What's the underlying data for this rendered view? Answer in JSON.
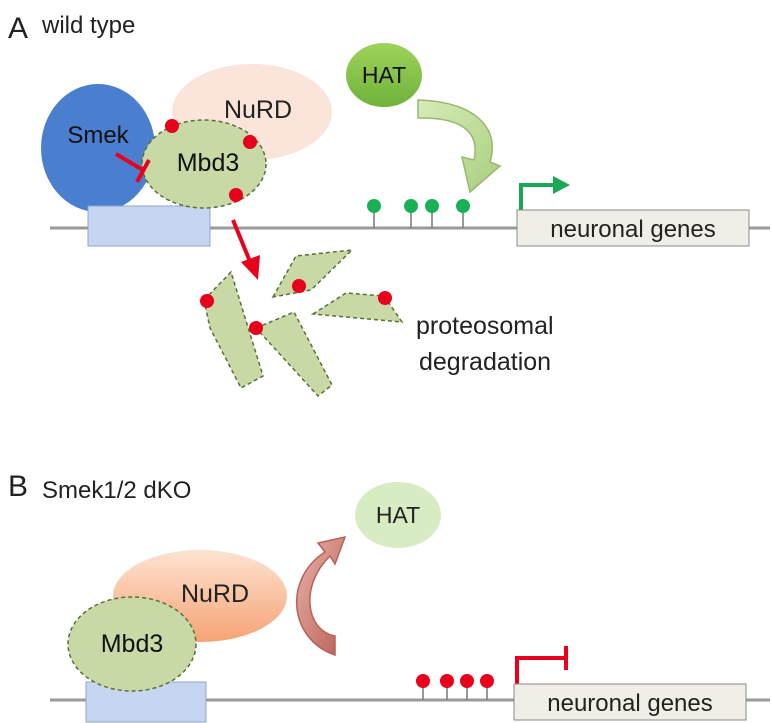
{
  "panel_a": {
    "letter": "A",
    "title": "wild type",
    "smek": "Smek",
    "nurd": "NuRD",
    "mbd3": "Mbd3",
    "hat": "HAT",
    "gene": "neuronal genes",
    "degradation_line1": "proteosomal",
    "degradation_line2": "degradation"
  },
  "panel_b": {
    "letter": "B",
    "title": "Smek1/2 dKO",
    "nurd": "NuRD",
    "mbd3": "Mbd3",
    "hat": "HAT",
    "gene": "neuronal genes"
  },
  "colors": {
    "smek": "#4a7fd0",
    "nurd_a": "#fbe5dc",
    "nurd_b": "#f7b08a",
    "mbd3": "#c9d9a6",
    "hat_a": "#8cc44a",
    "hat_b": "#d8ecc4",
    "promoter": "#c6d6f0",
    "gene_box": "#f0eee6",
    "phospho": "#e8001c",
    "acetyl": "#19b056",
    "active_arrow": "#1aa856",
    "repressed": "#e8001c"
  }
}
